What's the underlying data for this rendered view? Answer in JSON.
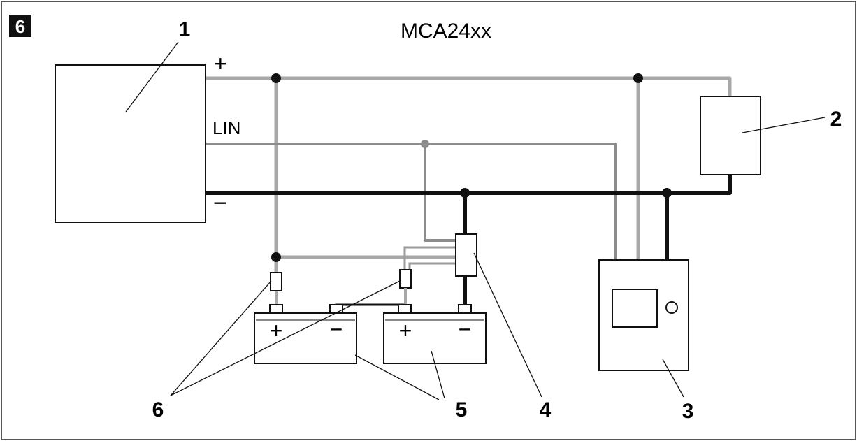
{
  "figure": {
    "badge": "6",
    "title": "MCA24xx"
  },
  "terminals": {
    "plus": "+",
    "lin": "LIN",
    "minus": "−"
  },
  "batteries": [
    {
      "plus": "+",
      "minus": "−"
    },
    {
      "plus": "+",
      "minus": "−"
    }
  ],
  "callouts": {
    "c1": "1",
    "c2": "2",
    "c3": "3",
    "c4": "4",
    "c5": "5",
    "c6": "6"
  },
  "colors": {
    "positive_wire": "#a8a8a8",
    "lin_wire": "#8c8c8c",
    "negative_wire": "#111111",
    "outline": "#111111",
    "frame": "#555555"
  }
}
